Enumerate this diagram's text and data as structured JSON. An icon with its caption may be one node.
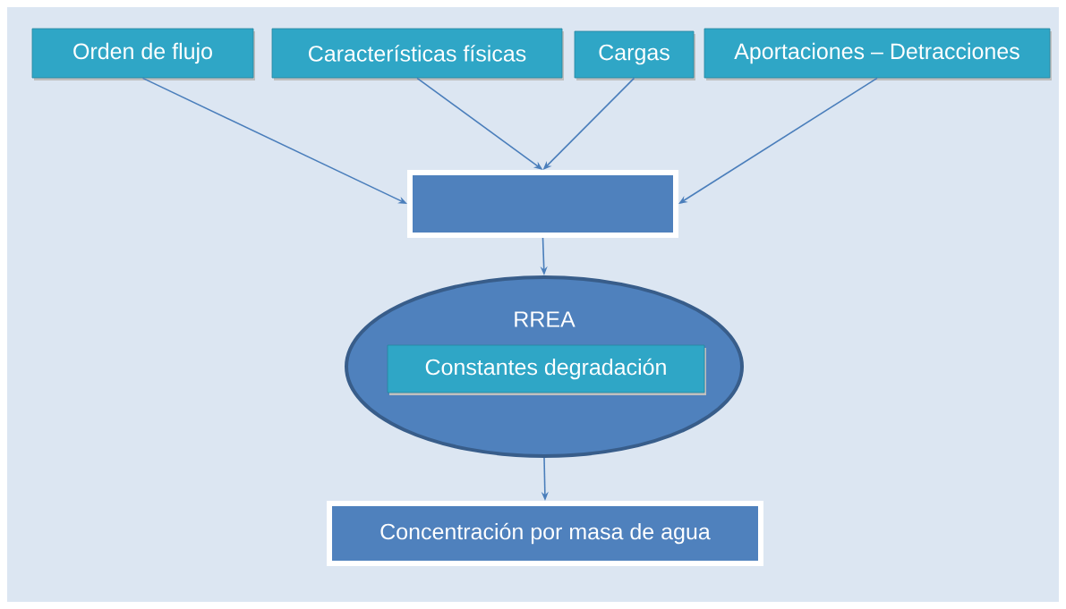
{
  "diagram": {
    "nodes": [
      {
        "text": [
          "Orden de flujo"
        ]
      },
      {
        "text": [
          "Características físicas"
        ]
      },
      {
        "text": [
          "Cargas"
        ]
      },
      {
        "text": [
          "Aportaciones – Detracciones"
        ]
      },
      {
        "text": [],
        "shape": "box"
      },
      {
        "text": [
          "RREA"
        ]
      },
      {
        "text": [
          "Constantes degradación"
        ],
        "in": 5
      },
      {
        "text": [
          "Concentración por masa de agua"
        ]
      }
    ],
    "edges": [
      {
        "from": 0,
        "to": 4,
        "arrow": "to"
      },
      {
        "from": 1,
        "to": 4,
        "arrow": "to"
      },
      {
        "from": 2,
        "to": 4,
        "arrow": "to"
      },
      {
        "from": 3,
        "to": 4,
        "arrow": "to"
      },
      {
        "from": 4,
        "to": 5,
        "arrow": "to"
      },
      {
        "from": 5,
        "to": 7,
        "arrow": "to"
      }
    ]
  }
}
